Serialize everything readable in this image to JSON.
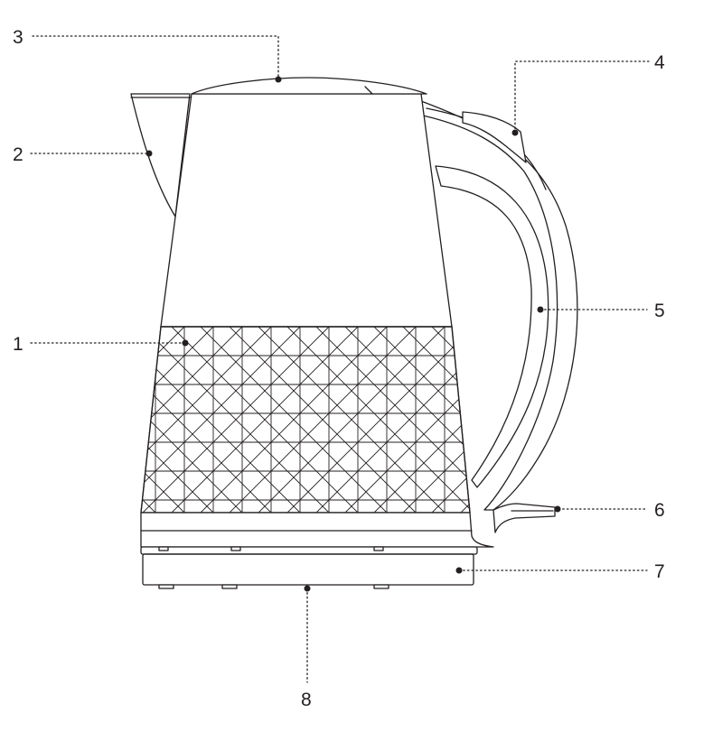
{
  "colors": {
    "line": "#231f20",
    "background": "#ffffff"
  },
  "callouts": [
    {
      "id": "1",
      "label": "1"
    },
    {
      "id": "2",
      "label": "2"
    },
    {
      "id": "3",
      "label": "3"
    },
    {
      "id": "4",
      "label": "4"
    },
    {
      "id": "5",
      "label": "5"
    },
    {
      "id": "6",
      "label": "6"
    },
    {
      "id": "7",
      "label": "7"
    },
    {
      "id": "8",
      "label": "8"
    }
  ]
}
